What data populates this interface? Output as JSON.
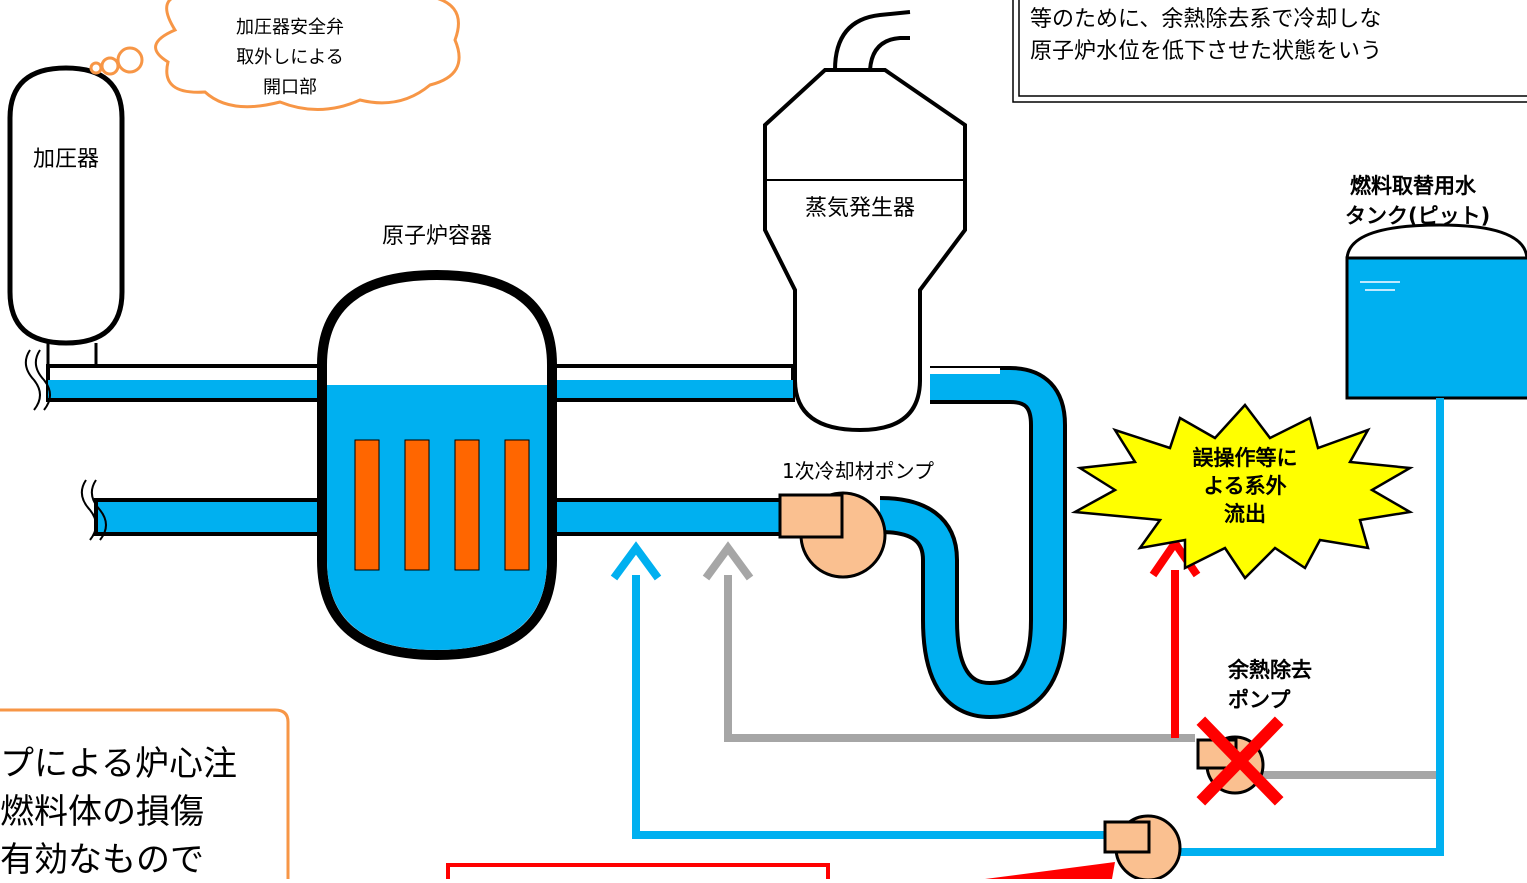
{
  "colors": {
    "water": "#00B0F0",
    "fuel": "#FF6600",
    "pump": "#FAC090",
    "leak": "#FF0000",
    "gray_line": "#A6A6A6",
    "burst_fill": "#FFFF00",
    "cloud_stroke": "#F79646",
    "note_border": "#F79646"
  },
  "labels": {
    "pressurizer": "加圧器",
    "valve_cloud": [
      "加圧器安全弁",
      "取外しによる",
      "開口部"
    ],
    "reactor_vessel": "原子炉容器",
    "steam_generator": "蒸気発生器",
    "primary_pump": "1次冷却材ポンプ",
    "fuel_water_tank": [
      "燃料取替用水",
      "タンク(ピット)"
    ],
    "leak_event": [
      "誤操作等に",
      "よる系外",
      "流出"
    ],
    "rhr_pump": [
      "余熱除去",
      "ポンプ"
    ]
  },
  "top_note": [
    "等のために、余熱除去系で冷却しな",
    "原子炉水位を低下させた状態をいう"
  ],
  "side_note": [
    "プによる炉心注",
    "燃料体の損傷",
    "有効なもので"
  ],
  "icons": {
    "rhr_failed": "cross-mark-icon",
    "flow_arrow": "arrow-up-icon"
  }
}
